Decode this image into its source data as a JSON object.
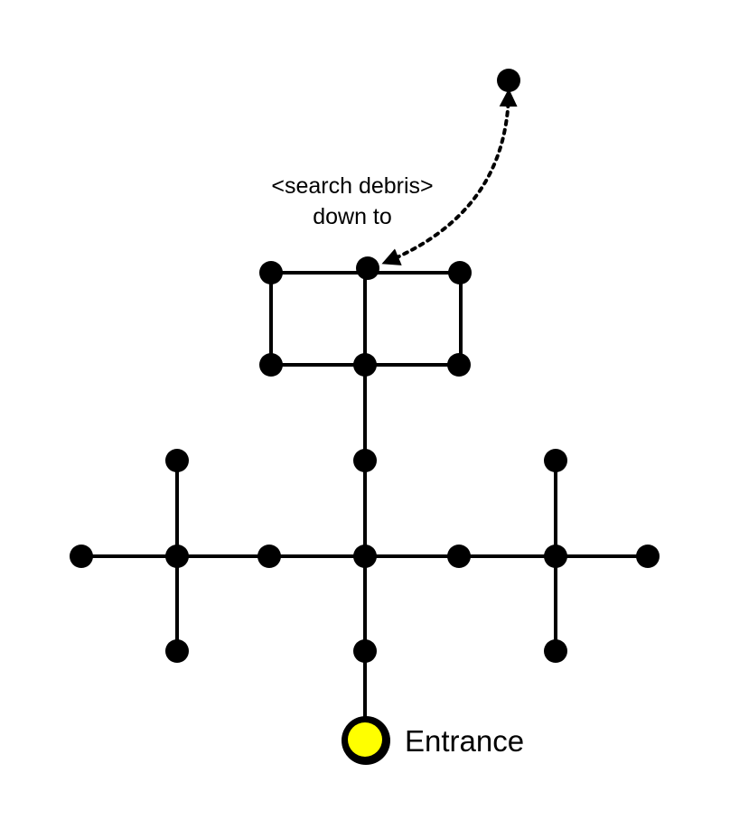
{
  "annotation": {
    "line1": "<search debris>",
    "line2": "down to"
  },
  "entrance": {
    "label": "Entrance"
  },
  "colors": {
    "ink": "#000000",
    "entrance_fill": "#ffff00",
    "background": "#ffffff"
  },
  "icons": {
    "entrance_marker": "yellow-circle-icon",
    "connection_arrow": "dotted-double-arrow-icon"
  }
}
